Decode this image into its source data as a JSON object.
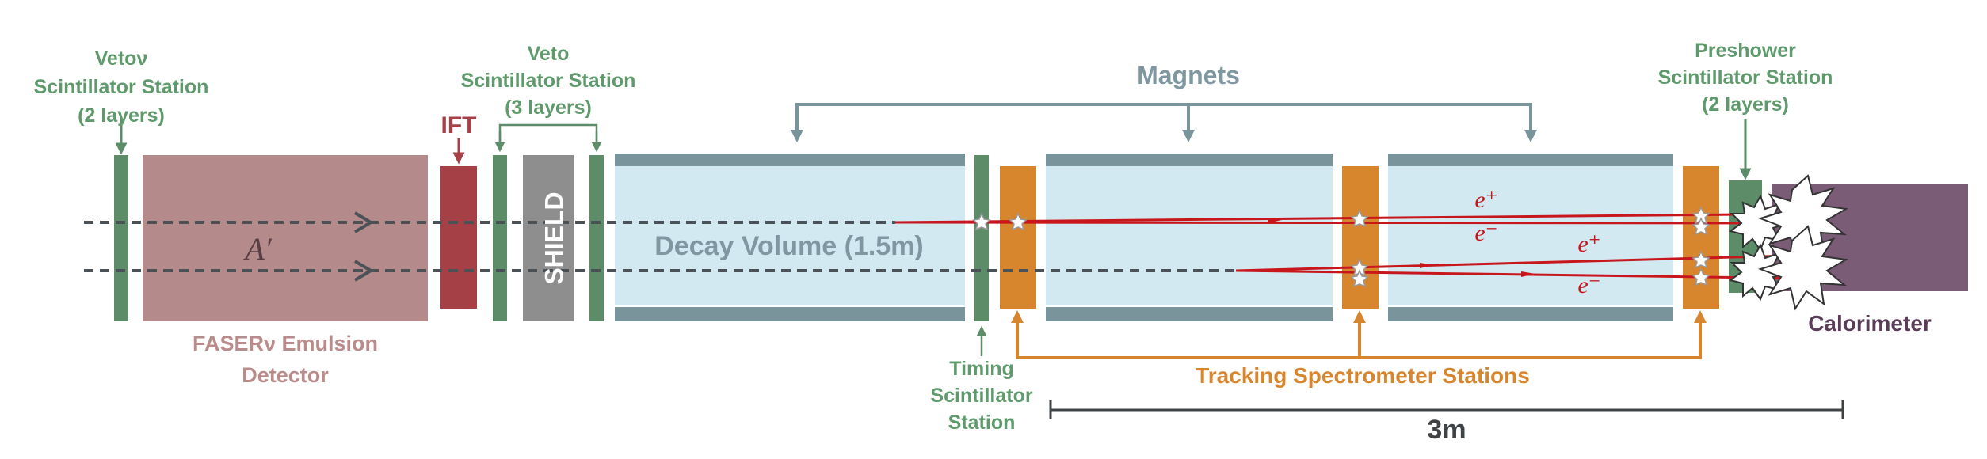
{
  "colors": {
    "green": "#5d8c69",
    "green_text": "#5f9a6c",
    "emulsion": "#b48a8a",
    "emulsion_text": "#b98b8b",
    "ift": "#a54046",
    "shield": "#8e8e8e",
    "decay_fill": "#d3e9f2",
    "magnet_wall": "#7a949c",
    "magnet_text": "#7f97a1",
    "tracker": "#d8862e",
    "calorimeter": "#7a5c77",
    "calorimeter_text": "#5b3d59",
    "track_red": "#c8171c",
    "beam_dash": "#4a5157",
    "scale_bar": "#3f4346"
  },
  "labels": {
    "vetonu_line1": "Vetoν",
    "vetonu_line2": "Scintillator Station",
    "vetonu_line3": "(2 layers)",
    "ift": "IFT",
    "veto_line1": "Veto",
    "veto_line2": "Scintillator Station",
    "veto_line3": "(3 layers)",
    "shield": "SHIELD",
    "magnets": "Magnets",
    "decay_volume": "Decay Volume (1.5m)",
    "preshower_line1": "Preshower",
    "preshower_line2": "Scintillator Station",
    "preshower_line3": "(2 layers)",
    "calorimeter": "Calorimeter",
    "emulsion_line1": "FASERν Emulsion",
    "emulsion_line2": "Detector",
    "dark_photon": "A′",
    "timing_line1": "Timing",
    "timing_line2": "Scintillator",
    "timing_line3": "Station",
    "tracking": "Tracking Spectrometer Stations",
    "scale": "3m",
    "e_plus_1": "e⁺",
    "e_minus_1": "e⁻",
    "e_plus_2": "e⁺",
    "e_minus_2": "e⁻"
  },
  "icons": [
    "beam-arrow-icon",
    "down-arrow-icon",
    "up-arrow-icon",
    "decay-flash-icon",
    "shower-burst-icon"
  ]
}
